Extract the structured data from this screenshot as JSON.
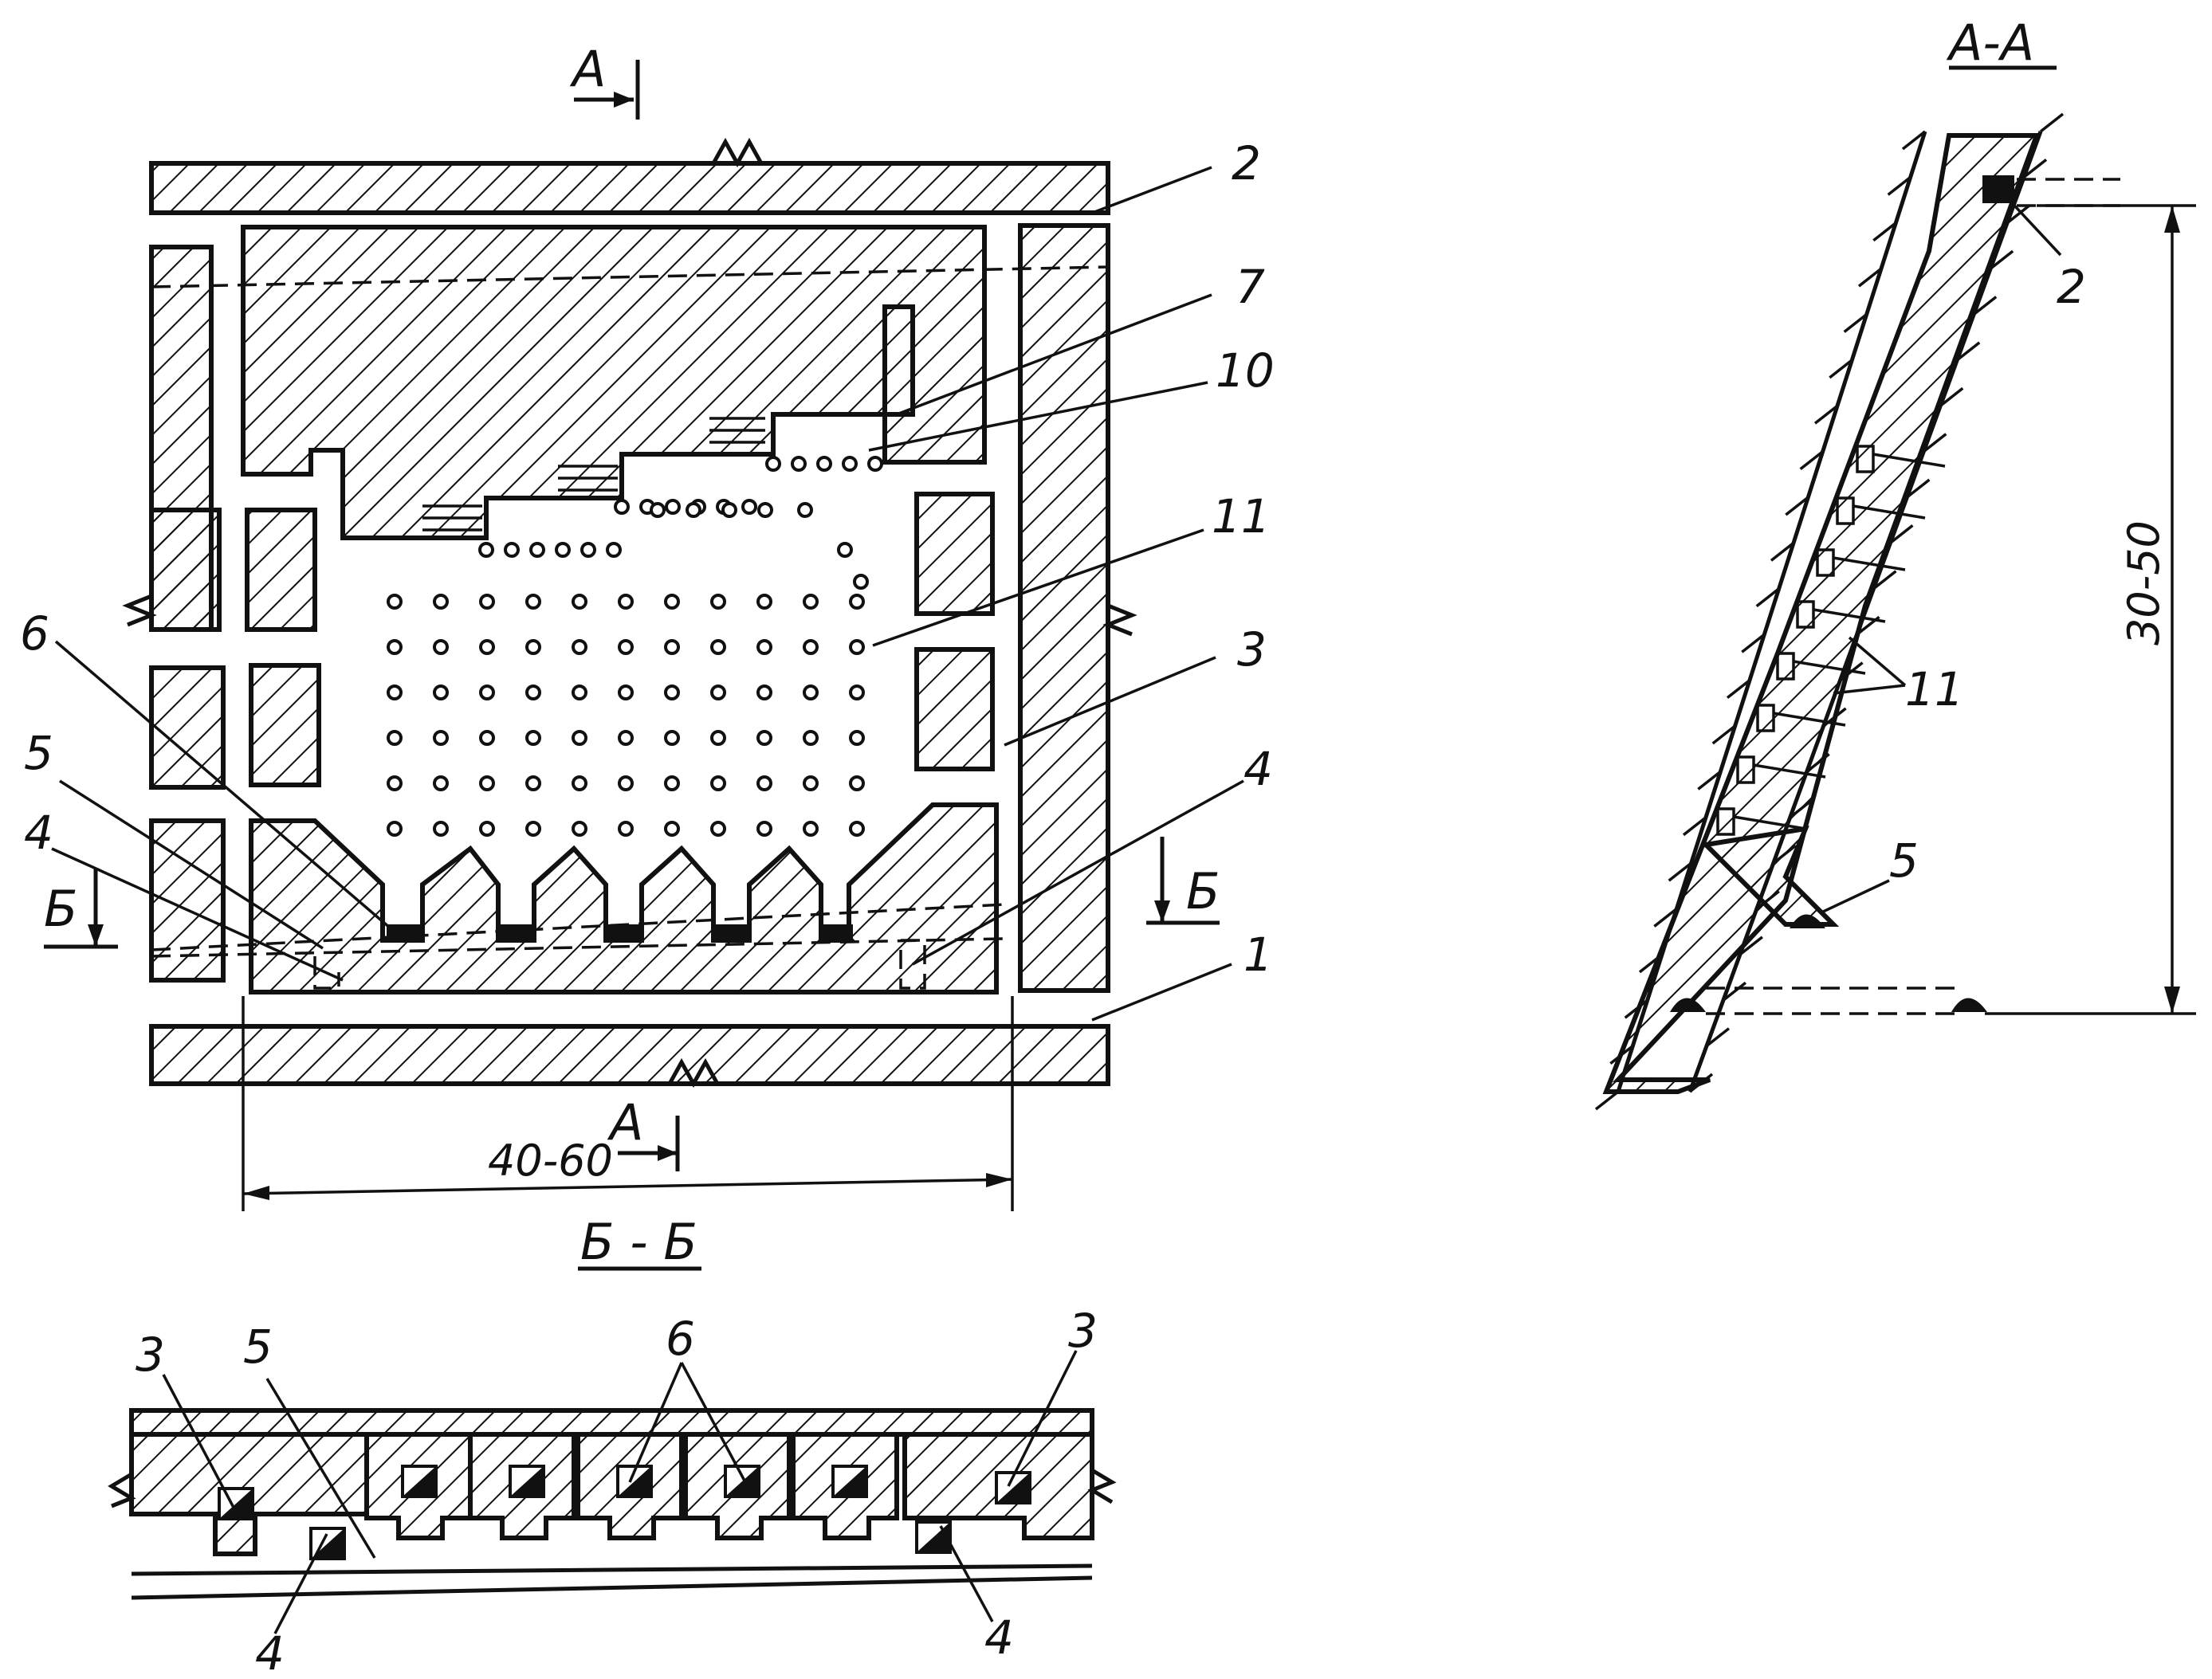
{
  "plan": {
    "section_mark_a_top": "А",
    "section_mark_a_bottom": "А",
    "section_mark_b_left": "Б",
    "section_mark_b_right": "Б",
    "width_dimension": "40-60",
    "callouts": [
      "2",
      "7",
      "10",
      "11",
      "3",
      "4",
      "1",
      "6",
      "5",
      "4"
    ]
  },
  "section_aa": {
    "title": "А-А",
    "height_dimension": "30-50",
    "callouts": [
      "2",
      "11",
      "5"
    ]
  },
  "section_bb": {
    "title": "Б - Б",
    "callouts": [
      "3",
      "5",
      "6",
      "3",
      "4",
      "4"
    ]
  }
}
